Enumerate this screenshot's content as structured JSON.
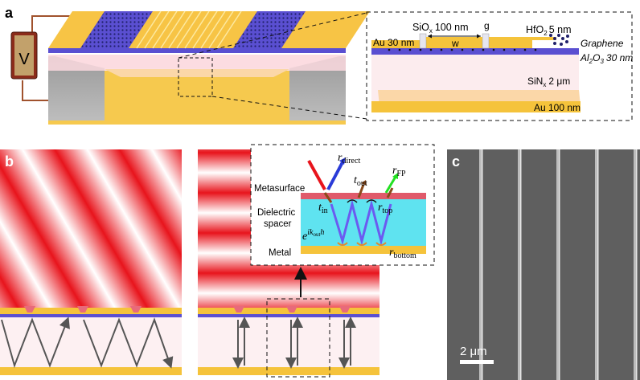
{
  "panels": {
    "a": "a",
    "b": "b",
    "c": "c"
  },
  "panel_a": {
    "voltage_symbol": "V",
    "labels": {
      "siox": "SiO",
      "siox_sub": "x",
      "siox_thickness": "100 nm",
      "w": "w",
      "g": "g",
      "hfo2": "HfO",
      "hfo2_sub": "2",
      "hfo2_thickness": "5 nm",
      "au_top": "Au 30 nm",
      "graphene": "Graphene",
      "al2o3": "Al",
      "al2o3_sub1": "2",
      "al2o3_mid": "O",
      "al2o3_sub2": "3",
      "al2o3_thickness": "30 nm",
      "sinx": "SiN",
      "sinx_sub": "x",
      "sinx_thickness": "2 μm",
      "au_bottom": "Au 100 nm"
    }
  },
  "panel_b_inset": {
    "r_direct": "r",
    "r_direct_sub": "direct",
    "t_out": "t",
    "t_out_sub": "out",
    "r_fp": "r",
    "r_fp_sub": "FP",
    "metasurface": "Metasurface",
    "t_in": "t",
    "t_in_sub": "in",
    "r_top": "r",
    "r_top_sub": "top",
    "dielectric_line1": "Dielectric",
    "dielectric_line2": "spacer",
    "phase": "e",
    "phase_sup": "ik",
    "phase_sup_sub": "out",
    "phase_sup_h": "h",
    "r_bottom": "r",
    "r_bottom_sub": "bottom",
    "metal": "Metal"
  },
  "panel_c": {
    "scale_bar": "2 μm"
  },
  "colors": {
    "gold": "#f5c33b",
    "graphene_blue": "#5a4fd1",
    "wave_red": "#e8141c",
    "spacer_cyan": "#5fe3f0",
    "sem_gray": "#5f5f5f"
  }
}
